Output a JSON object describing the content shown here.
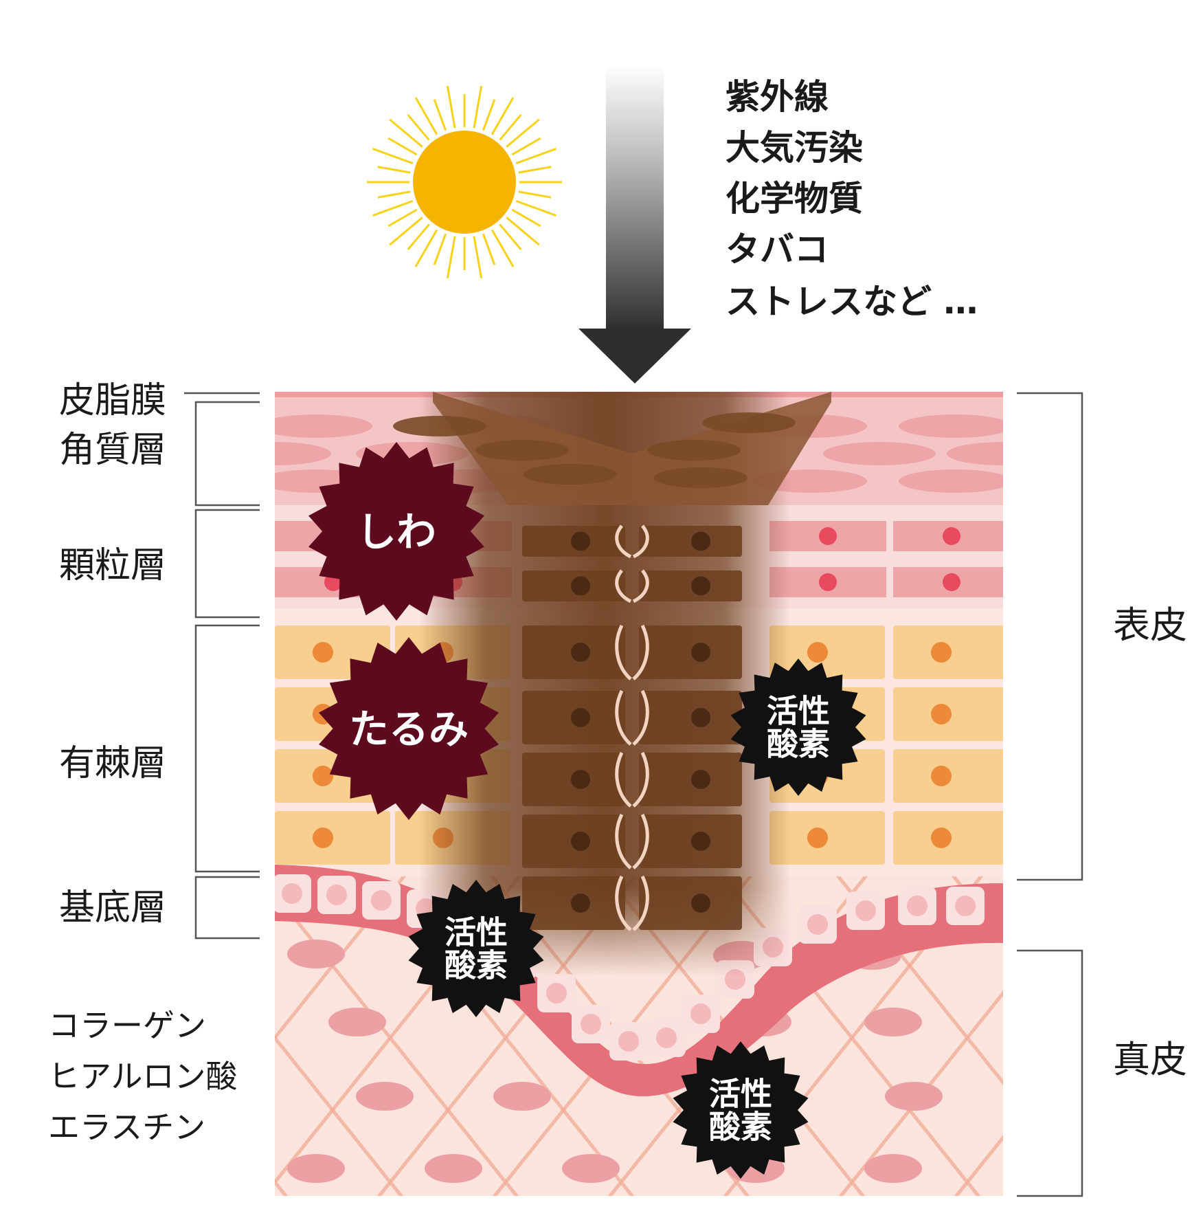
{
  "causes": [
    "紫外線",
    "大気汚染",
    "化学物質",
    "タバコ",
    "ストレスなど …"
  ],
  "layers": {
    "sebum": "皮脂膜",
    "stratum_corneum": "角質層",
    "granular": "顆粒層",
    "spinous": "有棘層",
    "basal": "基底層"
  },
  "dermis_components": [
    "コラーゲン",
    "ヒアルロン酸",
    "エラスチン"
  ],
  "regions": {
    "epidermis": "表皮",
    "dermis": "真皮"
  },
  "badges": {
    "wrinkle": "しわ",
    "sagging": "たるみ",
    "ros_line1": "活性",
    "ros_line2": "酸素"
  },
  "colors": {
    "sun": "#f5b400",
    "sun_rays": "#f7d21a",
    "arrow_top": "#ffffff",
    "arrow_bottom": "#2e2e2e",
    "pink_cell": "#eea5a8",
    "pink_bg": "#f7d3d3",
    "nucleus_red": "#e84a5f",
    "spinous_cell": "#f8cf8e",
    "spinous_nucleus": "#ec8a3a",
    "basal_band": "#e5707a",
    "dermis_bg": "#fbe4dc",
    "damage_brown": "#6f4121",
    "badge_dark_red": "#5e0a1e",
    "badge_black": "#111111"
  }
}
